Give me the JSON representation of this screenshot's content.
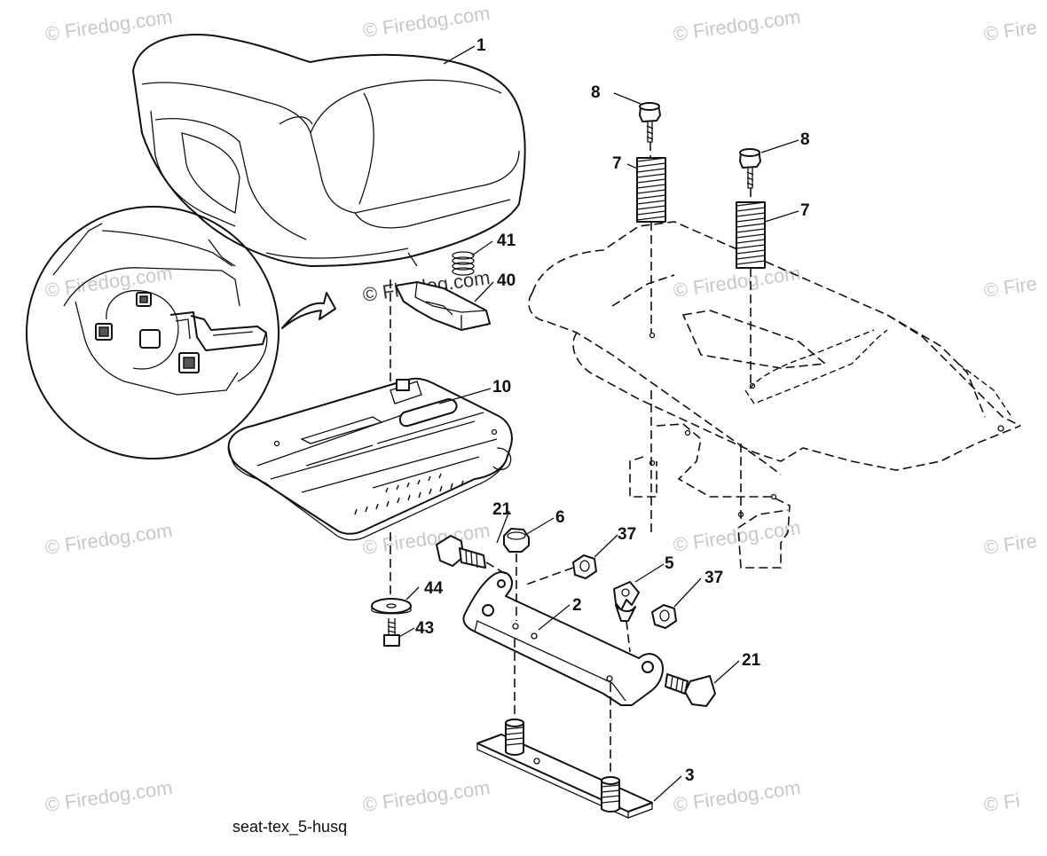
{
  "watermark": {
    "text": "© Firedog.com",
    "partial_text": "© Fire",
    "partial_text_alt": "© Fi"
  },
  "callouts": {
    "seat": "1",
    "bracket": "2",
    "base_plate": "3",
    "knob": "5",
    "nut_21": "6",
    "spring_left": "7",
    "spring_right": "7",
    "bolt_left": "8",
    "bolt_right": "8",
    "seat_pan": "10",
    "bolt_21_left": "21",
    "bolt_21_right": "21",
    "nut_37_left": "37",
    "nut_37_right": "37",
    "clip": "40",
    "spring_41": "41",
    "screw_43": "43",
    "washer_44": "44"
  },
  "caption": "seat-tex_5-husq",
  "colors": {
    "ink": "#111111",
    "watermark": "#c8c8c8",
    "background": "#ffffff"
  }
}
